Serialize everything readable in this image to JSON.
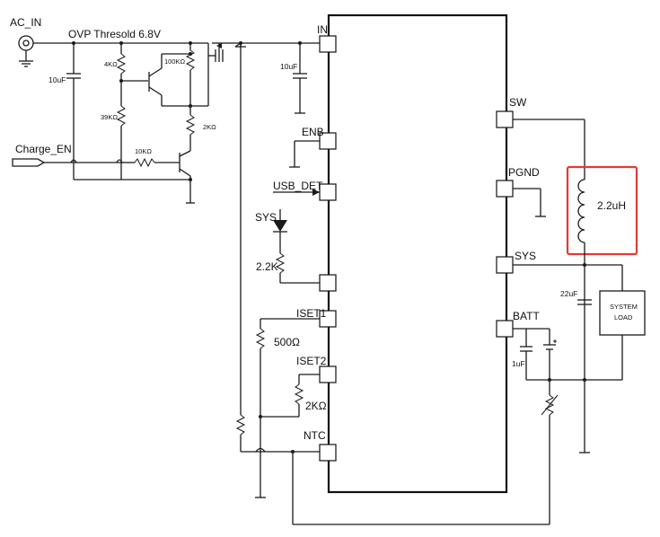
{
  "labels": {
    "ac_in": "AC_IN",
    "ovp": "OVP  Thresold  6.8V",
    "charge_en": "Charge_EN",
    "r_4k": "4KΩ",
    "r_39k": "39KΩ",
    "r_100k": "100KΩ",
    "r_2k_top": "2KΩ",
    "r_10k": "10KΩ",
    "c_10uf_left": "10uF",
    "c_10uf_in": "10uF",
    "usb_det": "USB_DET",
    "sys_led": "SYS",
    "r_2_2k": "2.2K",
    "r_500": "500Ω",
    "r_2k_iset": "2KΩ",
    "l_2_2uh": "2.2uH",
    "c_22uf": "22uF",
    "c_1uf": "1uF",
    "system_load": [
      "SYSTEM",
      "LOAD"
    ]
  },
  "pins_left": [
    "IN",
    "ENB",
    "USB_DET",
    "",
    "ISET1",
    "ISET2",
    "NTC"
  ],
  "pins_right": [
    "SW",
    "PGND",
    "SYS",
    "BATT"
  ]
}
